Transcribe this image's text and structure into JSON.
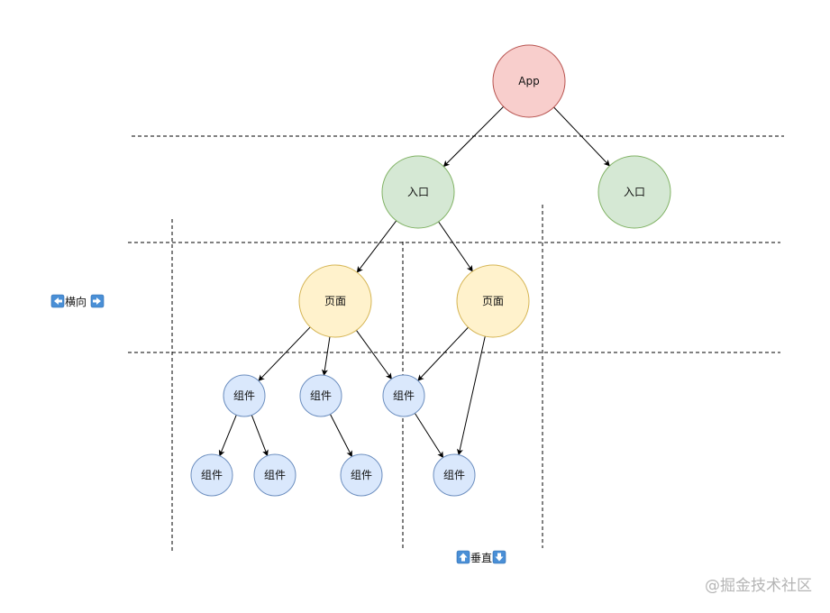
{
  "nodes": {
    "app": {
      "label": "App",
      "fill": "#f8cecc",
      "stroke": "#b85450"
    },
    "entry1": {
      "label": "入口",
      "fill": "#d5e8d4",
      "stroke": "#82b366"
    },
    "entry2": {
      "label": "入口",
      "fill": "#d5e8d4",
      "stroke": "#82b366"
    },
    "page1": {
      "label": "页面",
      "fill": "#fff2cc",
      "stroke": "#d6b656"
    },
    "page2": {
      "label": "页面",
      "fill": "#fff2cc",
      "stroke": "#d6b656"
    },
    "comp1": {
      "label": "组件",
      "fill": "#dae8fc",
      "stroke": "#6c8ebf"
    },
    "comp2": {
      "label": "组件",
      "fill": "#dae8fc",
      "stroke": "#6c8ebf"
    },
    "comp3": {
      "label": "组件",
      "fill": "#dae8fc",
      "stroke": "#6c8ebf"
    },
    "comp4": {
      "label": "组件",
      "fill": "#dae8fc",
      "stroke": "#6c8ebf"
    },
    "comp5": {
      "label": "组件",
      "fill": "#dae8fc",
      "stroke": "#6c8ebf"
    },
    "comp6": {
      "label": "组件",
      "fill": "#dae8fc",
      "stroke": "#6c8ebf"
    },
    "comp7": {
      "label": "组件",
      "fill": "#dae8fc",
      "stroke": "#6c8ebf"
    }
  },
  "edges": [
    [
      "app",
      "entry1"
    ],
    [
      "app",
      "entry2"
    ],
    [
      "entry1",
      "page1"
    ],
    [
      "entry1",
      "page2"
    ],
    [
      "page1",
      "comp1"
    ],
    [
      "page1",
      "comp2"
    ],
    [
      "page1",
      "comp3"
    ],
    [
      "page2",
      "comp3"
    ],
    [
      "page2",
      "comp7"
    ],
    [
      "comp1",
      "comp4"
    ],
    [
      "comp1",
      "comp5"
    ],
    [
      "comp2",
      "comp6"
    ],
    [
      "comp3",
      "comp7"
    ]
  ],
  "labels": {
    "horizontal": "横向",
    "vertical": "垂直"
  },
  "watermark": "@掘金技术社区"
}
